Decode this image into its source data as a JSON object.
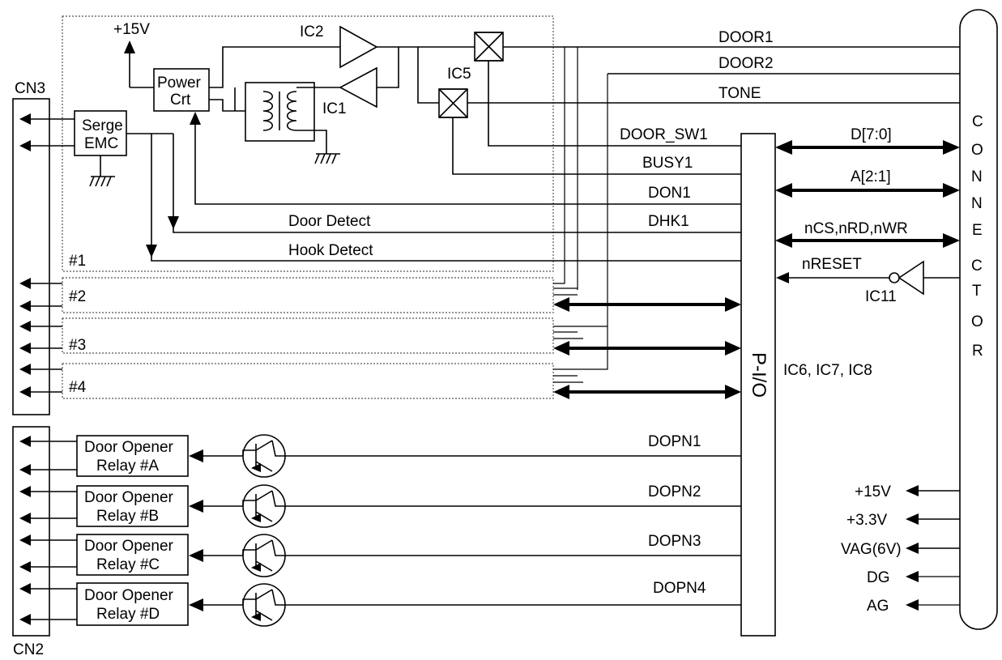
{
  "labels": {
    "v15_top": "+15V",
    "ic2": "IC2",
    "ic1": "IC1",
    "ic5": "IC5",
    "power_crt_1": "Power",
    "power_crt_2": "Crt",
    "serge_1": "Serge",
    "serge_2": "EMC",
    "cn3": "CN3",
    "cn2": "CN2",
    "door1": "DOOR1",
    "door2": "DOOR2",
    "tone": "TONE",
    "door_sw1": "DOOR_SW1",
    "busy1": "BUSY1",
    "don1": "DON1",
    "dhk1": "DHK1",
    "door_detect": "Door Detect",
    "hook_detect": "Hook Detect",
    "ch1": "#1",
    "ch2": "#2",
    "ch3": "#3",
    "ch4": "#4",
    "d_bus": "D[7:0]",
    "a_bus": "A[2:1]",
    "ctrl_bus": "nCS,nRD,nWR",
    "nreset": "nRESET",
    "ic11": "IC11",
    "pio": "P-I/O",
    "ic678": "IC6, IC7, IC8",
    "connector_letters": [
      "C",
      "O",
      "N",
      "N",
      "E",
      "C",
      "T",
      "O",
      "R"
    ],
    "relays": [
      {
        "line1": "Door Opener",
        "line2": "Relay #A",
        "signal": "DOPN1"
      },
      {
        "line1": "Door Opener",
        "line2": "Relay #B",
        "signal": "DOPN2"
      },
      {
        "line1": "Door Opener",
        "line2": "Relay #C",
        "signal": "DOPN3"
      },
      {
        "line1": "Door Opener",
        "line2": "Relay #D",
        "signal": "DOPN4"
      }
    ],
    "power_rails": [
      "+15V",
      "+3.3V",
      "VAG(6V)",
      "DG",
      "AG"
    ]
  }
}
